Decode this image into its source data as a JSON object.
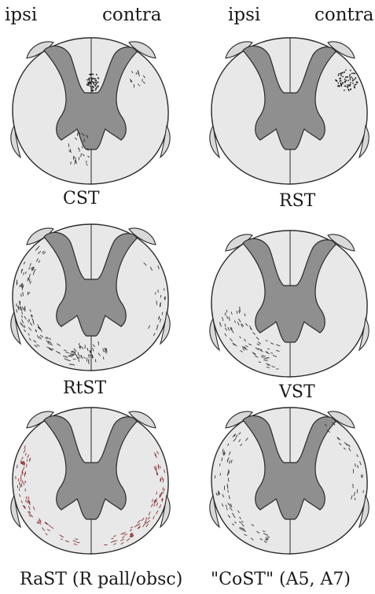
{
  "header": {
    "left": {
      "ipsi": "ipsi",
      "contra": "contra"
    },
    "right": {
      "ipsi": "ipsi",
      "contra": "contra"
    }
  },
  "panels": [
    {
      "id": "cst",
      "label": "CST"
    },
    {
      "id": "rst",
      "label": "RST"
    },
    {
      "id": "rtst",
      "label": "RtST"
    },
    {
      "id": "vst",
      "label": "VST"
    },
    {
      "id": "rast",
      "label": "RaST (R pall/obsc)"
    },
    {
      "id": "cost",
      "label": "\"CoST\" (A5, A7)"
    }
  ],
  "colors": {
    "white_matter": "#e8e8e8",
    "grey_matter": "#8f8f8f",
    "outline": "#2a2a2a",
    "tract_marks": "#222222",
    "rast_marks": "#7a2020"
  }
}
